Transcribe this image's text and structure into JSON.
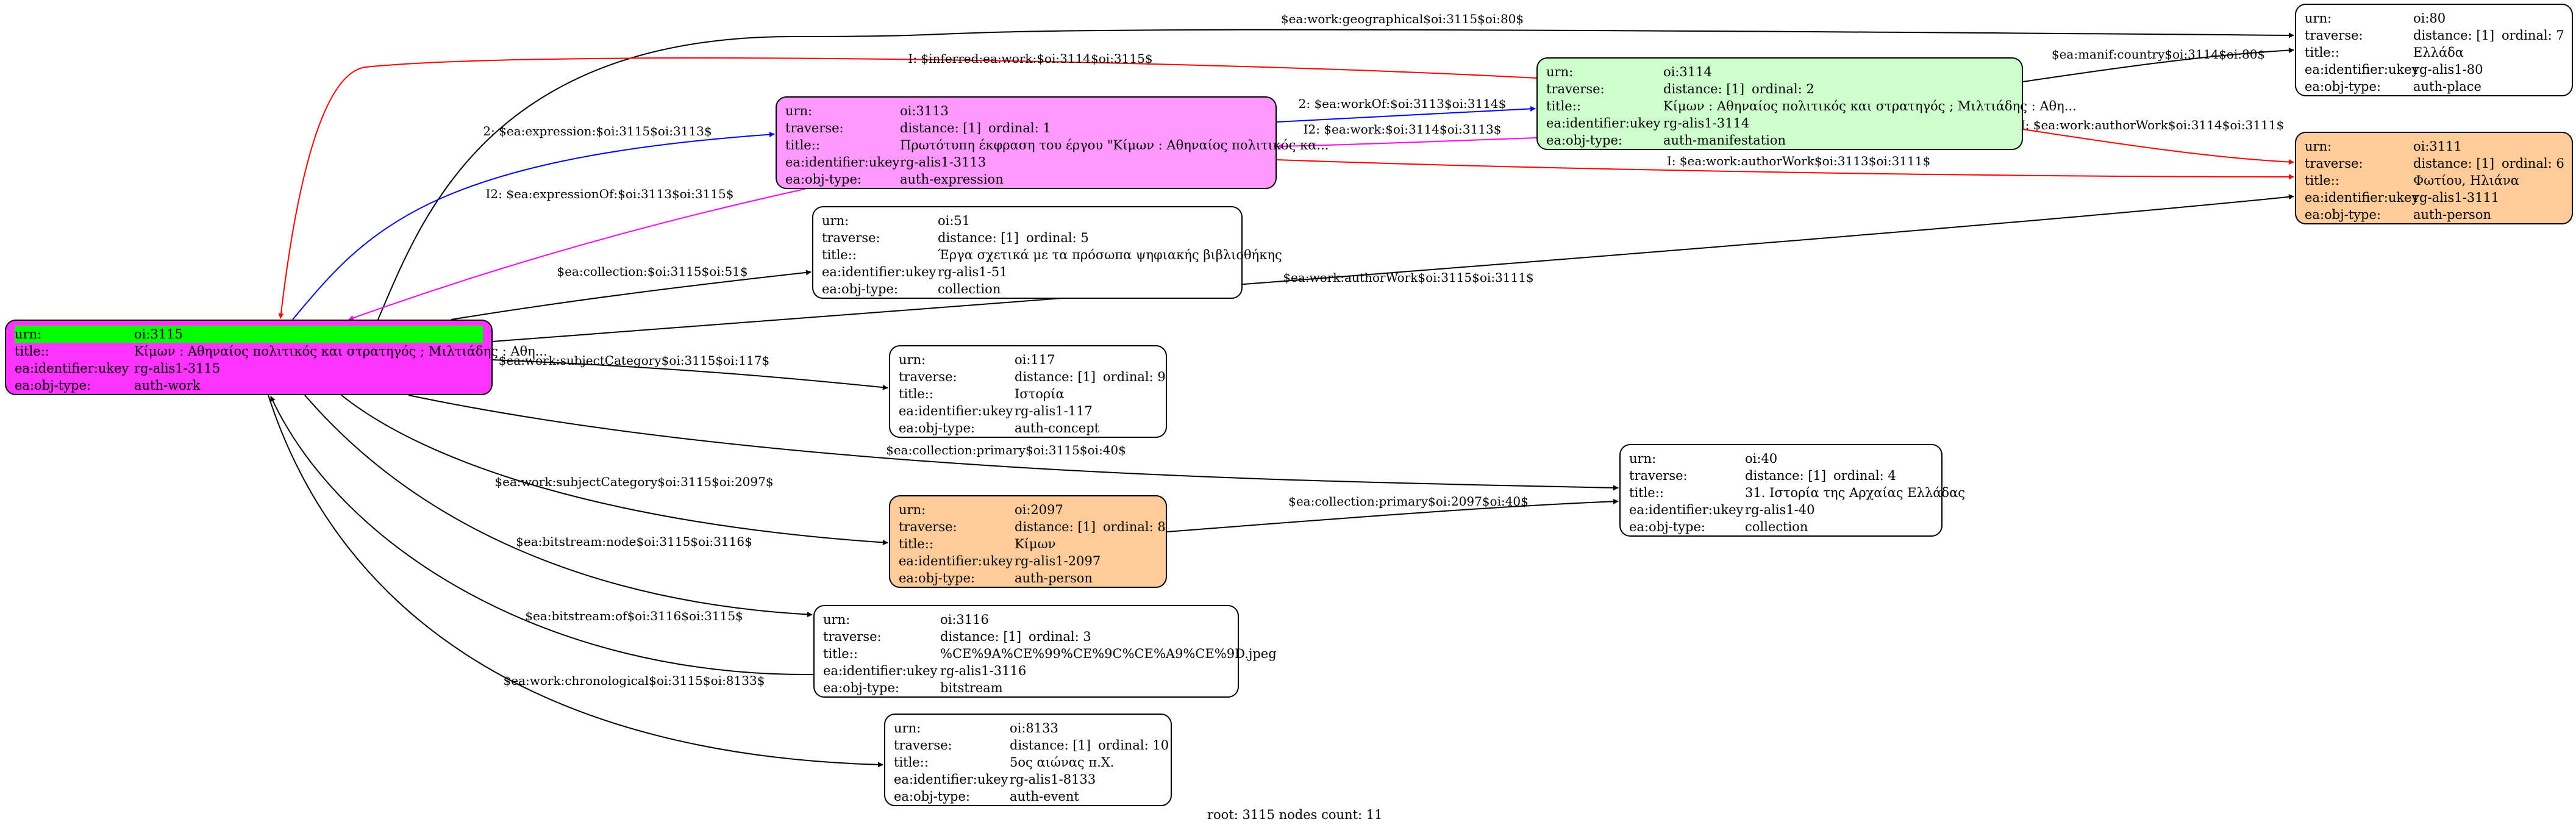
{
  "nodes": [
    {
      "id": "n3115",
      "urn": "oi:3115",
      "title": "Κίμων : Αθηναίος πολιτικός και στρατηγός ; Μιλτιάδης : Αθη...",
      "ukey": "rg-alis1-3115",
      "type": "auth-work",
      "fill": "#ff33ff",
      "highlight_urn": true
    },
    {
      "id": "n3113",
      "urn": "oi:3113",
      "traverse": "distance: [1]",
      "ordinal": "ordinal: 1",
      "title": "Πρωτότυπη έκφραση του έργου \"Κίμων : Αθηναίος πολιτικός κα...",
      "ukey": "rg-alis1-3113",
      "type": "auth-expression",
      "fill": "#ff99ff"
    },
    {
      "id": "n3114",
      "urn": "oi:3114",
      "traverse": "distance: [1]",
      "ordinal": "ordinal: 2",
      "title": "Κίμων : Αθηναίος πολιτικός και στρατηγός ; Μιλτιάδης : Αθη...",
      "ukey": "rg-alis1-3114",
      "type": "auth-manifestation",
      "fill": "#ccffcc"
    },
    {
      "id": "n80",
      "urn": "oi:80",
      "traverse": "distance: [1]",
      "ordinal": "ordinal: 7",
      "title": "Ελλάδα",
      "ukey": "rg-alis1-80",
      "type": "auth-place",
      "fill": "#ffffff"
    },
    {
      "id": "n3111",
      "urn": "oi:3111",
      "traverse": "distance: [1]",
      "ordinal": "ordinal: 6",
      "title": "Φωτίου, Ηλιάνα",
      "ukey": "rg-alis1-3111",
      "type": "auth-person",
      "fill": "#ffcc99"
    },
    {
      "id": "n51",
      "urn": "oi:51",
      "traverse": "distance: [1]",
      "ordinal": "ordinal: 5",
      "title": "Έργα σχετικά με τα πρόσωπα ψηφιακής βιβλιοθήκης",
      "ukey": "rg-alis1-51",
      "type": "collection",
      "fill": "#ffffff"
    },
    {
      "id": "n117",
      "urn": "oi:117",
      "traverse": "distance: [1]",
      "ordinal": "ordinal: 9",
      "title": "Ιστορία",
      "ukey": "rg-alis1-117",
      "type": "auth-concept",
      "fill": "#ffffff"
    },
    {
      "id": "n40",
      "urn": "oi:40",
      "traverse": "distance: [1]",
      "ordinal": "ordinal: 4",
      "title": "31. Ιστορία της Αρχαίας Ελλάδας",
      "ukey": "rg-alis1-40",
      "type": "collection",
      "fill": "#ffffff"
    },
    {
      "id": "n2097",
      "urn": "oi:2097",
      "traverse": "distance: [1]",
      "ordinal": "ordinal: 8",
      "title": "Κίμων",
      "ukey": "rg-alis1-2097",
      "type": "auth-person",
      "fill": "#ffcc99"
    },
    {
      "id": "n3116",
      "urn": "oi:3116",
      "traverse": "distance: [1]",
      "ordinal": "ordinal: 3",
      "title": "%CE%9A%CE%99%CE%9C%CE%A9%CE%9D.jpeg",
      "ukey": "rg-alis1-3116",
      "type": "bitstream",
      "fill": "#ffffff"
    },
    {
      "id": "n8133",
      "urn": "oi:8133",
      "traverse": "distance: [1]",
      "ordinal": "ordinal: 10",
      "title": "5ος αιώνας π.Χ.",
      "ukey": "rg-alis1-8133",
      "type": "auth-event",
      "fill": "#ffffff"
    }
  ],
  "field_labels": {
    "urn": "urn:",
    "traverse": "traverse:",
    "title": "title::",
    "ukey": "ea:identifier:ukey",
    "type": "ea:obj-type:"
  },
  "edges": [
    {
      "label": "$ea:work:geographical$oi:3115$oi:80$",
      "color": "#000000"
    },
    {
      "label": "I: $inferred:ea:work:$oi:3114$oi:3115$",
      "color": "#ff0000"
    },
    {
      "label": "$ea:manif:country$oi:3114$oi:80$",
      "color": "#000000"
    },
    {
      "label": "2: $ea:expression:$oi:3115$oi:3113$",
      "color": "#0000ff"
    },
    {
      "label": "2: $ea:workOf:$oi:3113$oi:3114$",
      "color": "#0000ff"
    },
    {
      "label": "I2: $ea:work:$oi:3114$oi:3113$",
      "color": "#ff00ff"
    },
    {
      "label": "I: $ea:work:authorWork$oi:3114$oi:3111$",
      "color": "#ff0000"
    },
    {
      "label": "I: $ea:work:authorWork$oi:3113$oi:3111$",
      "color": "#ff0000"
    },
    {
      "label": "I2: $ea:expressionOf:$oi:3113$oi:3115$",
      "color": "#ff00ff"
    },
    {
      "label": "$ea:collection:$oi:3115$oi:51$",
      "color": "#000000"
    },
    {
      "label": "$ea:work:authorWork$oi:3115$oi:3111$",
      "color": "#000000"
    },
    {
      "label": "$ea:work:subjectCategory$oi:3115$oi:117$",
      "color": "#000000"
    },
    {
      "label": "$ea:collection:primary$oi:3115$oi:40$",
      "color": "#000000"
    },
    {
      "label": "$ea:collection:primary$oi:2097$oi:40$",
      "color": "#000000"
    },
    {
      "label": "$ea:work:subjectCategory$oi:3115$oi:2097$",
      "color": "#000000"
    },
    {
      "label": "$ea:bitstream:node$oi:3115$oi:3116$",
      "color": "#000000"
    },
    {
      "label": "$ea:bitstream:of$oi:3116$oi:3115$",
      "color": "#000000"
    },
    {
      "label": "$ea:work:chronological$oi:3115$oi:8133$",
      "color": "#000000"
    }
  ],
  "footer": "root: 3115 nodes count: 11"
}
